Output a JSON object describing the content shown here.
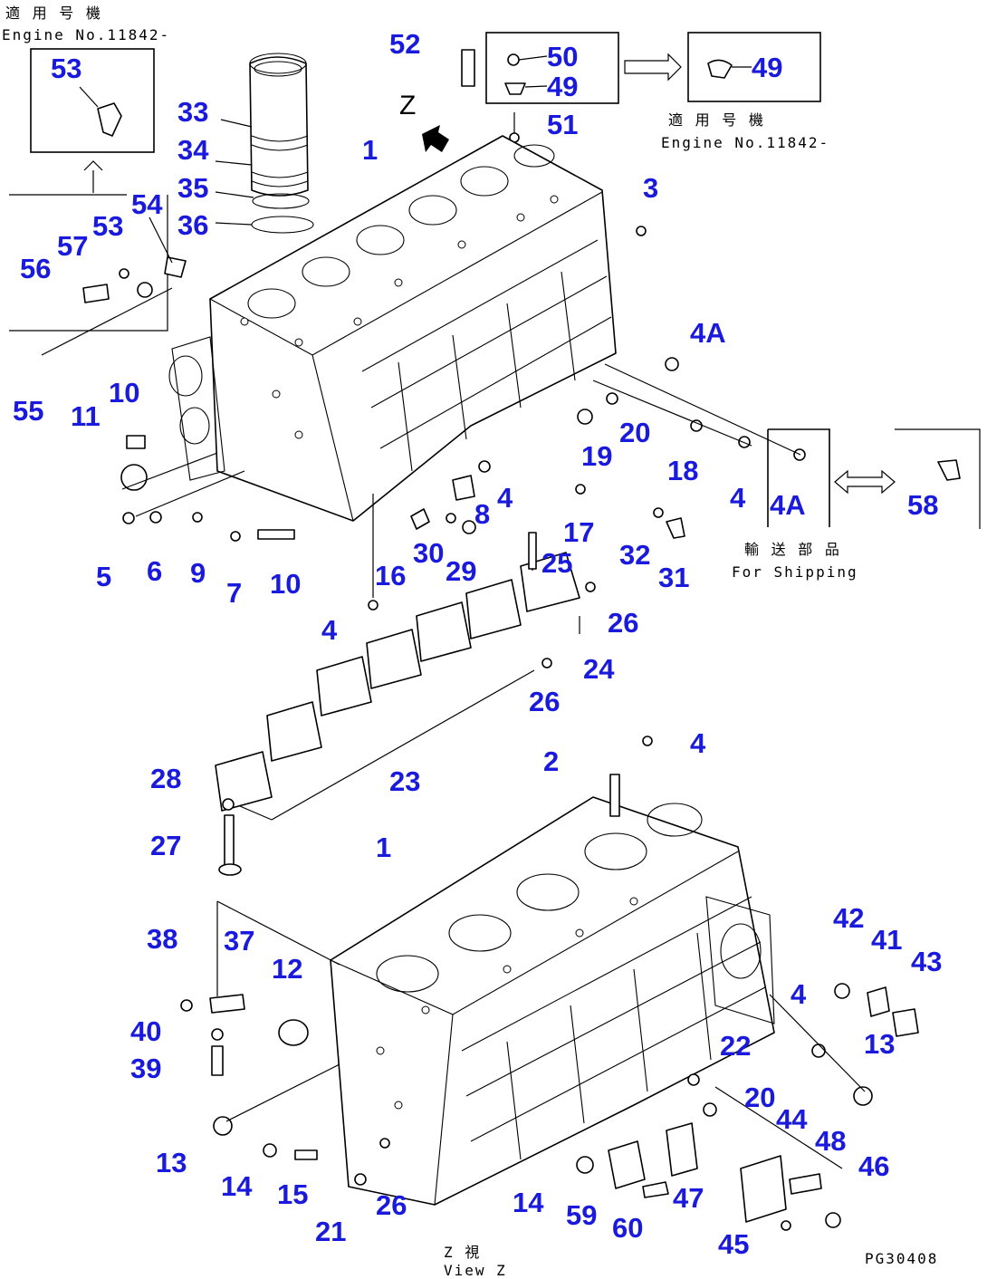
{
  "notes": {
    "tl_line1": "適 用 号 機",
    "tl_line2": "Engine No.11842-",
    "tr_line1": "適 用 号 機",
    "tr_line2": "Engine No.11842-",
    "ship_line1": "輸 送 部 品",
    "ship_line2": "For Shipping",
    "view_line1": "Z  視",
    "view_line2": "View Z",
    "z_marker": "Z",
    "figure_code": "PG30408"
  },
  "callouts": [
    "52",
    "50",
    "49",
    "49",
    "51",
    "53",
    "33",
    "34",
    "35",
    "36",
    "1",
    "3",
    "54",
    "53",
    "57",
    "56",
    "55",
    "4A",
    "10",
    "11",
    "20",
    "19",
    "18",
    "4",
    "4A",
    "58",
    "4",
    "8",
    "5",
    "6",
    "9",
    "7",
    "10",
    "16",
    "30",
    "29",
    "17",
    "25",
    "32",
    "31",
    "26",
    "4",
    "24",
    "26",
    "23",
    "4",
    "2",
    "28",
    "27",
    "1",
    "38",
    "37",
    "12",
    "40",
    "39",
    "42",
    "41",
    "43",
    "4",
    "22",
    "13",
    "20",
    "44",
    "48",
    "46",
    "13",
    "14",
    "15",
    "21",
    "26",
    "14",
    "59",
    "60",
    "47",
    "45"
  ]
}
